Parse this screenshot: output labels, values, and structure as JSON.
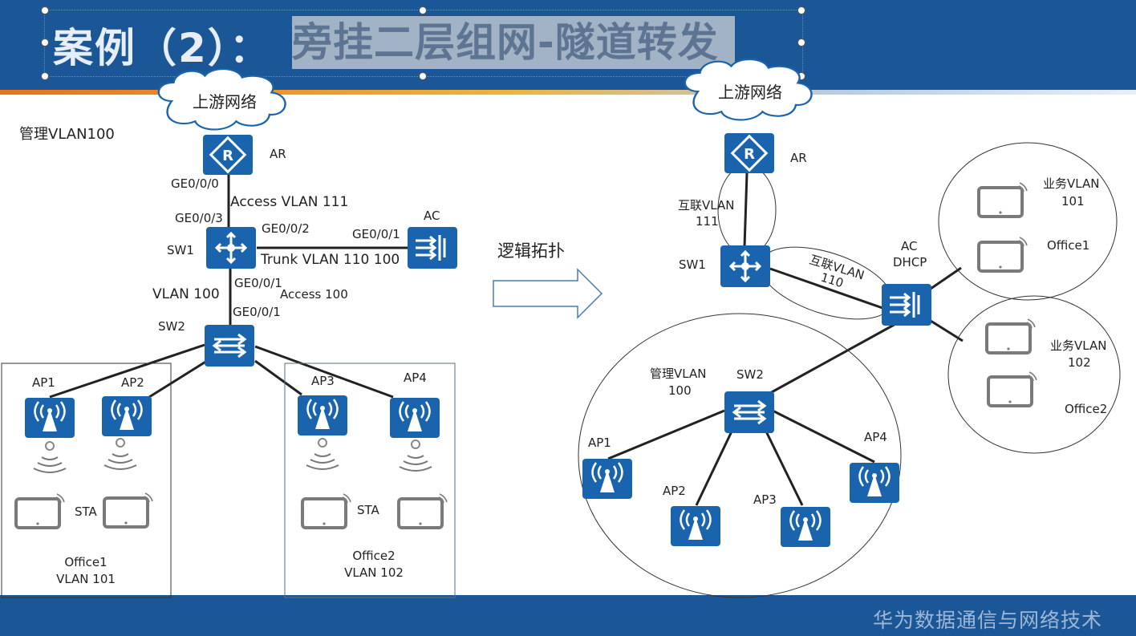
{
  "title": {
    "prefix": "案例（2）：",
    "highlighted": "旁挂二层组网-隧道转发"
  },
  "footer": "华为数据通信与网络技术",
  "transition_label": "逻辑拓扑",
  "left": {
    "upstream": "上游网络",
    "mgmt_vlan": "管理VLAN100",
    "ar": "AR",
    "ar_port": "GE0/0/0",
    "access_vlan111": "Access VLAN 111",
    "sw1_up_port": "GE0/0/3",
    "sw1": "SW1",
    "sw1_ac_port": "GE0/0/2",
    "ac_port": "GE0/0/1",
    "ac": "AC",
    "trunk": "Trunk VLAN 110 100",
    "vlan100": "VLAN 100",
    "sw1_down_port": "GE0/0/1",
    "access100": "Access  100",
    "sw2_up_port": "GE0/0/1",
    "sw2": "SW2",
    "ap1": "AP1",
    "ap2": "AP2",
    "ap3": "AP3",
    "ap4": "AP4",
    "sta1": "STA",
    "sta2": "STA",
    "office1": "Office1",
    "office1_vlan": "VLAN 101",
    "office2": "Office2",
    "office2_vlan": "VLAN 102"
  },
  "right": {
    "upstream": "上游网络",
    "ar": "AR",
    "interconnect111_a": "互联VLAN",
    "interconnect111_b": "111",
    "sw1": "SW1",
    "interconnect110_a": "互联VLAN",
    "interconnect110_b": "110",
    "ac": "AC",
    "dhcp": "DHCP",
    "biz101_a": "业务VLAN",
    "biz101_b": "101",
    "office1": "Office1",
    "biz102_a": "业务VLAN",
    "biz102_b": "102",
    "office2": "Office2",
    "mgmt_a": "管理VLAN",
    "mgmt_b": "100",
    "sw2": "SW2",
    "ap1": "AP1",
    "ap2": "AP2",
    "ap3": "AP3",
    "ap4": "AP4"
  },
  "colors": {
    "header": "#1b5796",
    "device": "#1a64ad",
    "line": "#222222"
  }
}
